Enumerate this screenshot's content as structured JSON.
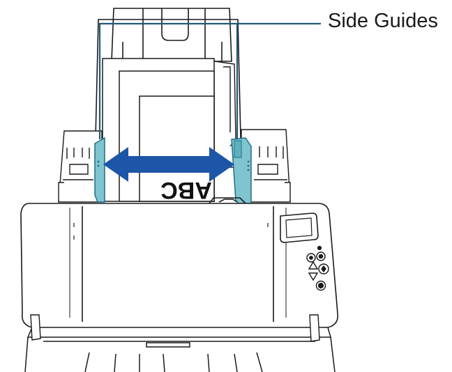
{
  "callout": {
    "label": "Side Guides"
  },
  "document": {
    "text": "ABC",
    "orientation": "upside-down"
  },
  "colors": {
    "guide_fill": "#7fc4cf",
    "guide_stroke": "#1f6f86",
    "arrow": "#1d56a8",
    "leader_line": "#1f5a78",
    "outline": "#1a1a1a"
  },
  "icons": {
    "arrow": "double-headed-horizontal-arrow",
    "buttons": [
      "stop-button",
      "scan-button",
      "up-button",
      "down-button",
      "power-button"
    ]
  }
}
